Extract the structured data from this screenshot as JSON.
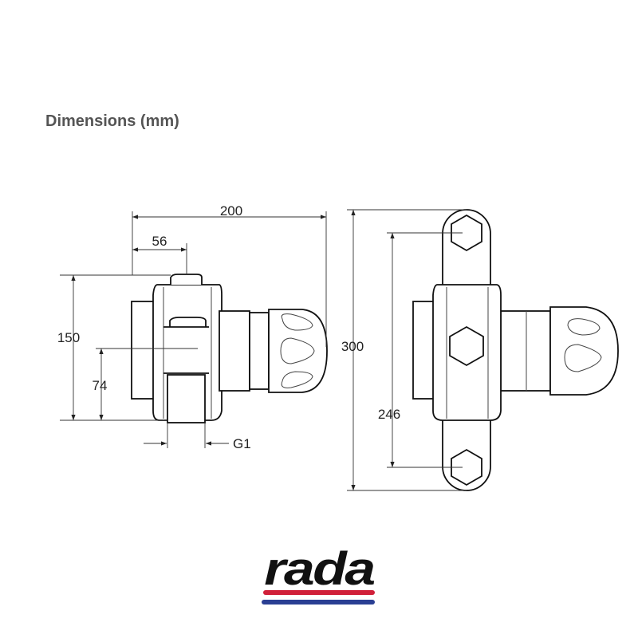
{
  "title": "Dimensions (mm)",
  "side_view": {
    "dim_width_total": "200",
    "dim_inlet_offset": "56",
    "dim_height": "150",
    "dim_outlet_height": "74",
    "dim_thread": "G1"
  },
  "front_view": {
    "dim_total_height": "300",
    "dim_fixing_centres": "246"
  },
  "logo": {
    "text": "rada",
    "stripe_red": "#d0203a",
    "stripe_blue": "#2a3f93"
  }
}
